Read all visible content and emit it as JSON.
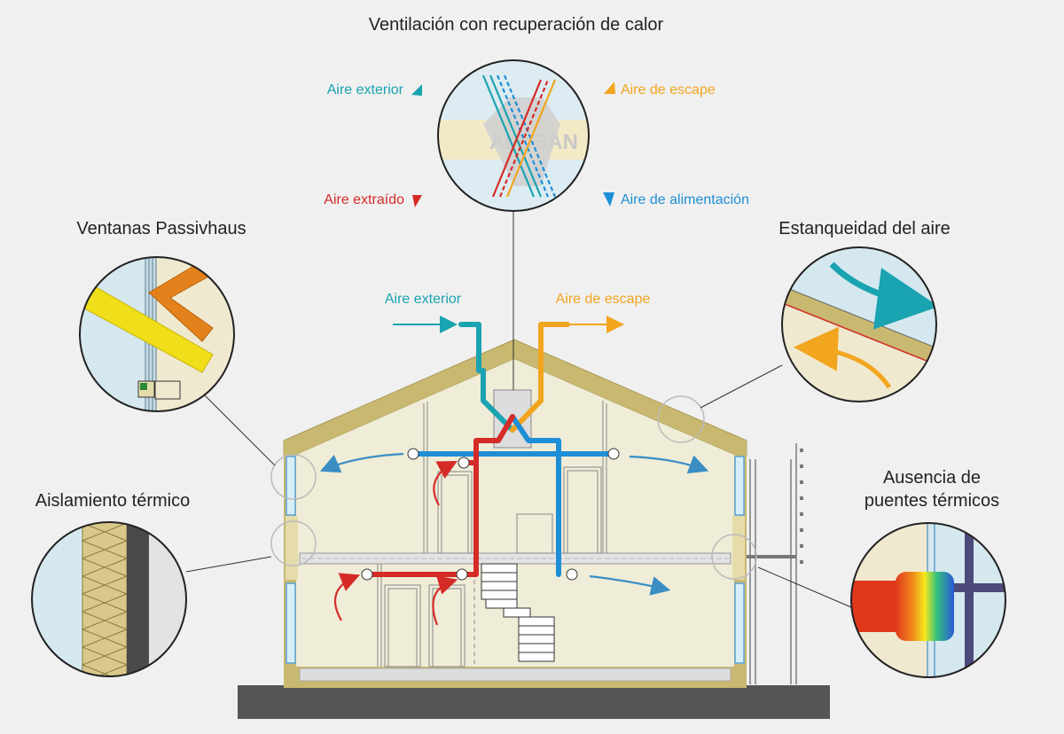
{
  "callouts": {
    "ventilation": {
      "title": "Ventilación con recuperación de calor"
    },
    "windows": {
      "title": "Ventanas Passivhaus"
    },
    "airtightness": {
      "title": "Estanqueidad del aire"
    },
    "insulation": {
      "title": "Aislamiento térmico"
    },
    "thermal_bridges": {
      "title_line1": "Ausencia de",
      "title_line2": "puentes térmicos"
    }
  },
  "heat_exchanger_labels": {
    "outdoor_air": "Aire exterior",
    "exhaust_air": "Aire de escape",
    "extracted_air": "Aire extraído",
    "supply_air": "Aire de alimentación"
  },
  "roof_labels": {
    "outdoor_air": "Aire exterior",
    "exhaust_air": "Aire de escape"
  },
  "watermark": "ALUSAN",
  "colors": {
    "teal": "#1aa3b0",
    "orange": "#f2a51e",
    "red": "#d52b27",
    "blue": "#1e8fd6",
    "insulation": "#c9b870",
    "wall": "#efecd8",
    "ground": "#555555"
  }
}
